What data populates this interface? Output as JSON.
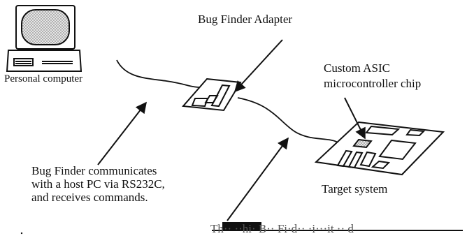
{
  "diagram": {
    "adapter_label": "Bug Finder Adapter",
    "pc_label": "Personal computer",
    "asic_label_lines": [
      "Custom ASIC",
      "microcontroller chip"
    ],
    "comm_lines": [
      "Bug Finder communicates",
      "with a host PC via RS232C,",
      "and receives commands."
    ],
    "target_label": "Target system",
    "bottom_fragment": "Th·· ··hi· B·· Fi·d·· ·i···it ·· d"
  }
}
